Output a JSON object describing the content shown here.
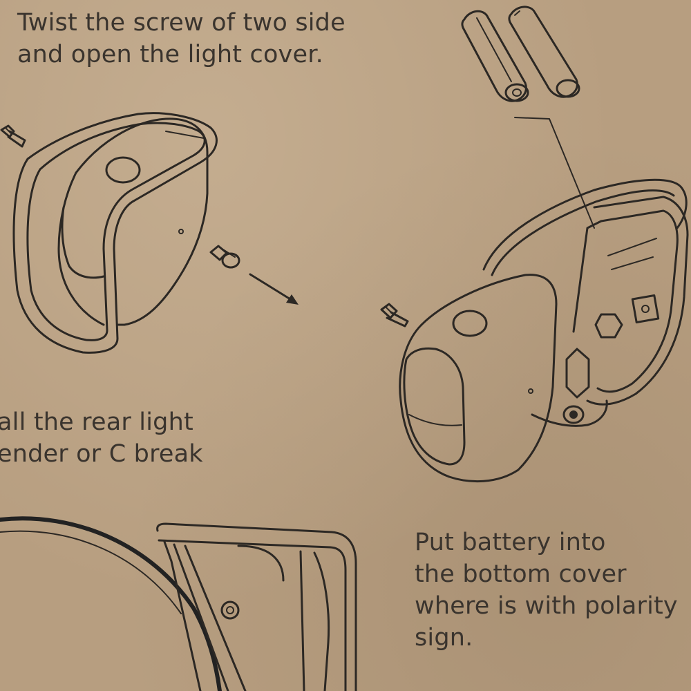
{
  "instructions": {
    "step_open_cover": [
      "Twist the screw of two side",
      "and open the light cover."
    ],
    "step_install_rear_light": [
      "all the rear light",
      "ender or C break"
    ],
    "step_insert_battery": [
      "Put battery into",
      "the bottom cover",
      "where is with polarity",
      "sign."
    ]
  },
  "colors": {
    "cardboard": "#b79e80",
    "ink": "#2c2824"
  },
  "icons": [
    "screw-icon",
    "arrow-icon",
    "battery-icon",
    "rear-light-icon"
  ]
}
